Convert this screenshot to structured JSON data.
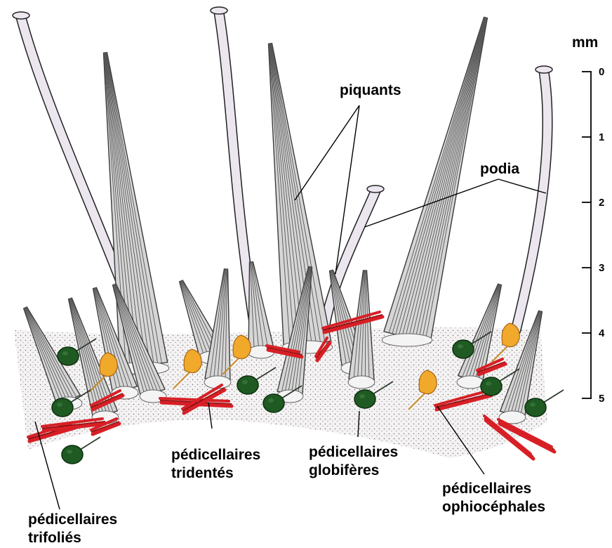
{
  "labels": {
    "piquants": "piquants",
    "podia": "podia",
    "tridentes_1": "pédicellaires",
    "tridentes_2": "tridentés",
    "globiferes_1": "pédicellaires",
    "globiferes_2": "globifères",
    "ophiocephales_1": "pédicellaires",
    "ophiocephales_2": "ophiocéphales",
    "trifolies_1": "pédicellaires",
    "trifolies_2": "trifoliés"
  },
  "scale": {
    "unit": "mm",
    "ticks": [
      "0",
      "1",
      "2",
      "3",
      "4",
      "5"
    ]
  },
  "colors": {
    "spine_fill": "#d6d6d6",
    "spine_stroke": "#3a3a3a",
    "podium_fill": "#ece6ee",
    "tridentate": "#d81f26",
    "globiferous": "#1f5a22",
    "ophiocephalous": "#f0a92a",
    "test_stipple": "#6b6b6b"
  }
}
